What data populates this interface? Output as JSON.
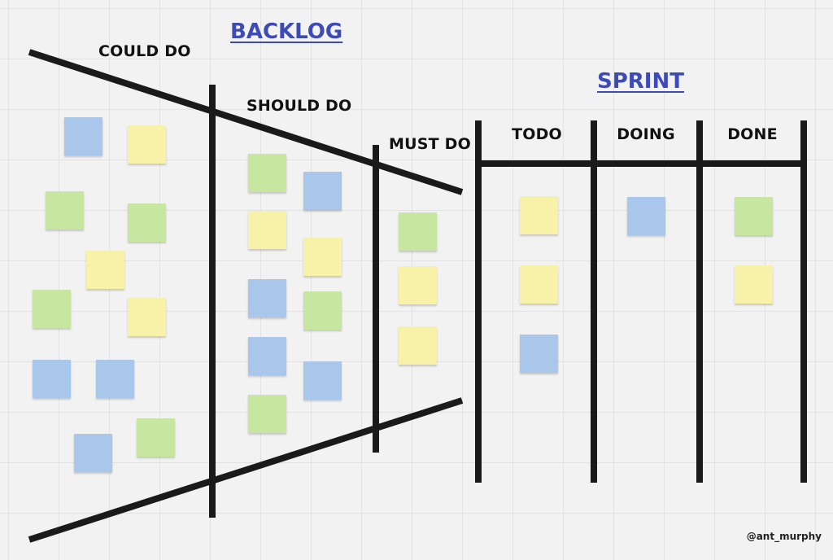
{
  "headings": {
    "backlog": "BACKLOG",
    "sprint": "SPRINT"
  },
  "labels": {
    "could_do": "COULD DO",
    "should_do": "SHOULD DO",
    "must_do": "MUST DO",
    "todo": "TODO",
    "doing": "DOING",
    "done": "DONE"
  },
  "credit": "@ant_murphy",
  "colors": {
    "heading": "#3e4bb5",
    "note_blue": "#a9c7ea",
    "note_yellow": "#f8f1a8",
    "note_green": "#c7e7a0",
    "line": "#1a1a1a"
  },
  "notes": {
    "could_do": [
      "blue",
      "yellow",
      "green",
      "green",
      "yellow",
      "green",
      "yellow",
      "blue",
      "blue",
      "green",
      "blue"
    ],
    "should_do": [
      "green",
      "blue",
      "yellow",
      "yellow",
      "blue",
      "green",
      "blue",
      "blue",
      "green"
    ],
    "must_do": [
      "green",
      "yellow",
      "yellow"
    ],
    "todo": [
      "yellow",
      "yellow",
      "blue"
    ],
    "doing": [
      "blue"
    ],
    "done": [
      "green",
      "yellow"
    ]
  }
}
